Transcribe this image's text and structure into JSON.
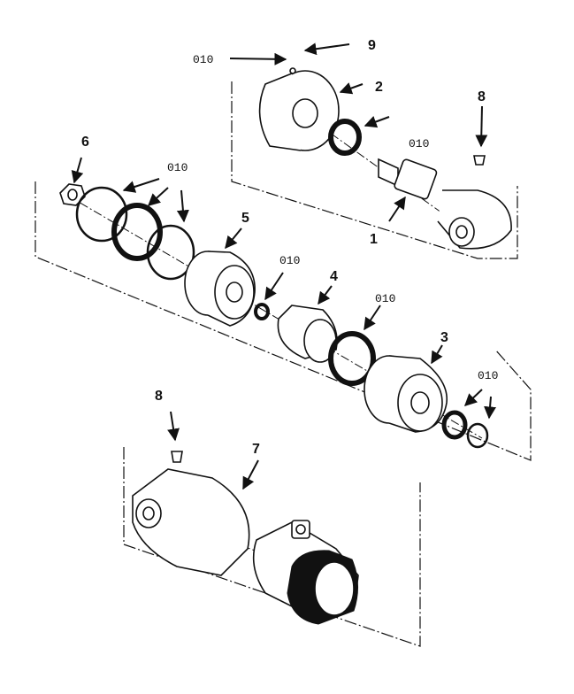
{
  "callouts": {
    "c1": "1",
    "c2": "2",
    "c3": "3",
    "c4": "4",
    "c5": "5",
    "c6": "6",
    "c7": "7",
    "c8_top": "8",
    "c8_bottom": "8",
    "c9": "9"
  },
  "seal_labels": {
    "top_left": "010",
    "piston_rod": "010",
    "gland_seals": "010",
    "rod_seal": "010",
    "spacer_seal": "010",
    "piston_seals": "010"
  }
}
